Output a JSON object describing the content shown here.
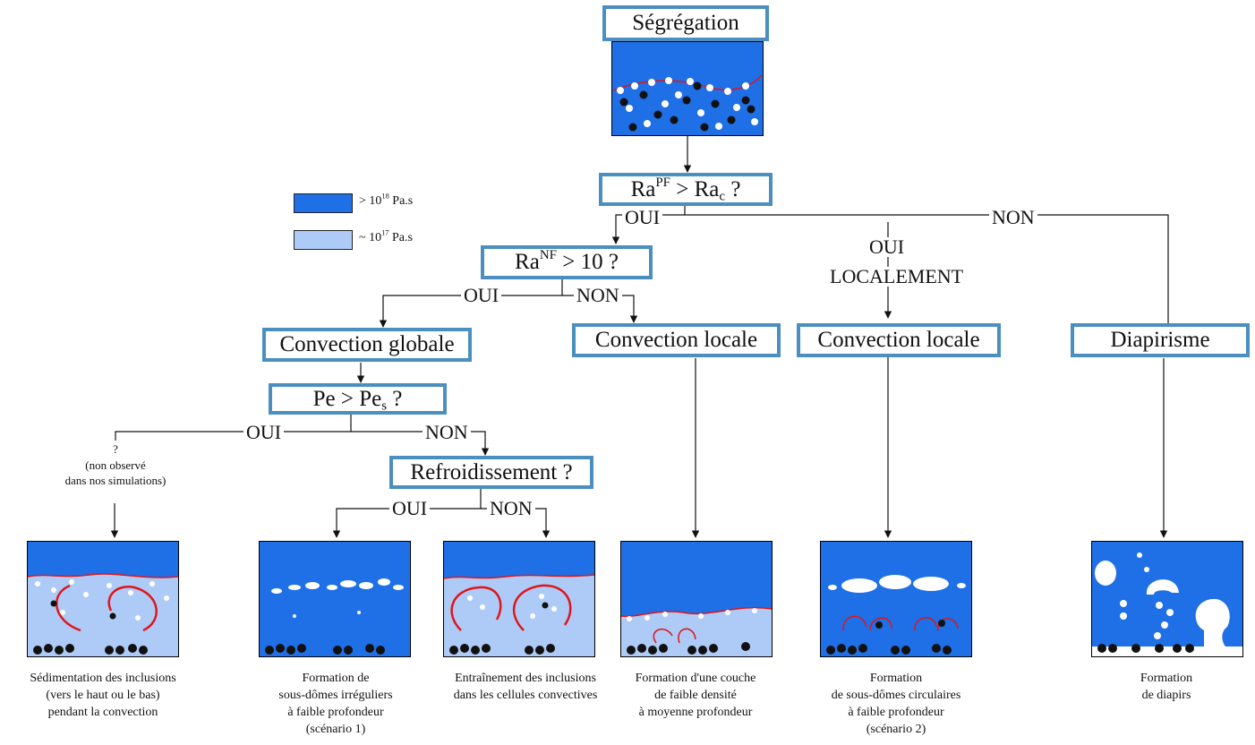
{
  "colors": {
    "viscous": "#1f6fe6",
    "fluid": "#aecbf7",
    "border": "#4a8fbf",
    "arrow": "#111111",
    "flow": "#e0151a"
  },
  "boxes": {
    "segregation": "Ségrégation",
    "ra_pf": {
      "base": "Ra",
      "sup": "PF",
      "mid": " > Ra",
      "sub": "c",
      "end": " ?"
    },
    "ra_nf": {
      "base": "Ra",
      "sup": "NF",
      "end": " > 10 ?"
    },
    "convection_globale": "Convection globale",
    "convection_locale_1": "Convection locale",
    "convection_locale_2": "Convection locale",
    "diapirisme": "Diapirisme",
    "pe": {
      "base": "Pe > Pe",
      "sub": "s",
      "end": " ?"
    },
    "refroidissement": "Refroidissement ?"
  },
  "branch_labels": {
    "oui_1": "OUI",
    "non_1": "NON",
    "oui_localement_1": "OUI",
    "oui_localement_2": "LOCALEMENT",
    "oui_2": "OUI",
    "non_2": "NON",
    "oui_3": "OUI",
    "non_3": "NON",
    "oui_4": "OUI",
    "non_4": "NON"
  },
  "legend": {
    "high": {
      "prefix": "> 10",
      "exp": "18",
      "unit": " Pa.s"
    },
    "low": {
      "prefix": "~ 10",
      "exp": "17",
      "unit": " Pa.s"
    }
  },
  "note": {
    "q": "?",
    "line1": "(non observé",
    "line2": "dans nos simulations)"
  },
  "captions": {
    "c1": [
      "Sédimentation des inclusions",
      "(vers le haut ou le bas)",
      "pendant la convection"
    ],
    "c2": [
      "Formation de",
      "sous-dômes irréguliers",
      "à faible profondeur",
      "(scénario 1)"
    ],
    "c3": [
      "Entraînement des inclusions",
      "dans les cellules convectives"
    ],
    "c4": [
      "Formation d'une couche",
      "de faible densité",
      "à moyenne profondeur"
    ],
    "c5": [
      "Formation",
      "de sous-dômes circulaires",
      "à faible profondeur",
      "(scénario 2)"
    ],
    "c6": [
      "Formation",
      "de diapirs"
    ]
  }
}
